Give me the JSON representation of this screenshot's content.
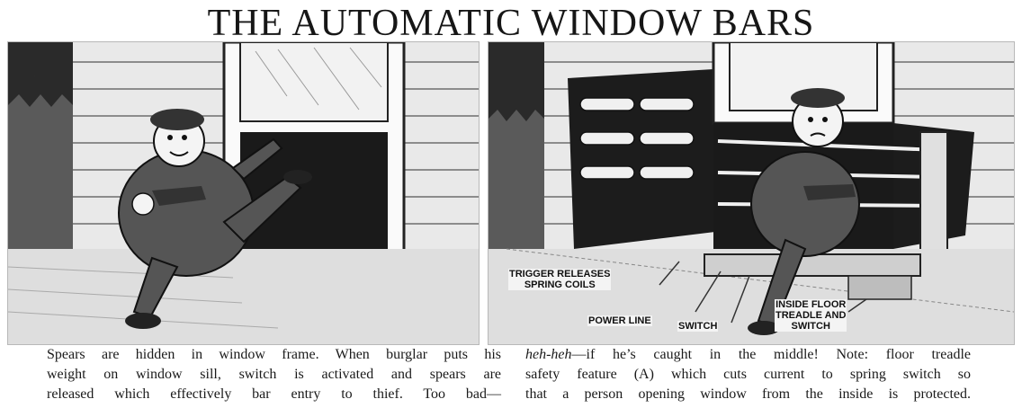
{
  "title": "THE AUTOMATIC WINDOW BARS",
  "callouts": {
    "trigger": [
      "TRIGGER RELEASES",
      "SPRING COILS"
    ],
    "power_line": "POWER LINE",
    "switch": "SWITCH",
    "treadle": [
      "INSIDE FLOOR",
      "TREADLE AND",
      "SWITCH"
    ]
  },
  "caption": {
    "left": [
      "Spears are hidden in window frame. When burglar puts his",
      "weight on window sill, switch is activated and spears are",
      "released which effectively bar entry to thief. Too bad—"
    ],
    "right_emphasis": "heh-heh",
    "right": [
      "—if he’s caught in the middle! Note: floor treadle",
      "safety feature (A) which cuts current to spring switch so",
      "that a person opening window from the inside is protected."
    ]
  },
  "colors": {
    "ink": "#1a1a1a",
    "paper": "#f4f4f4",
    "night": "#2a2a2a"
  }
}
